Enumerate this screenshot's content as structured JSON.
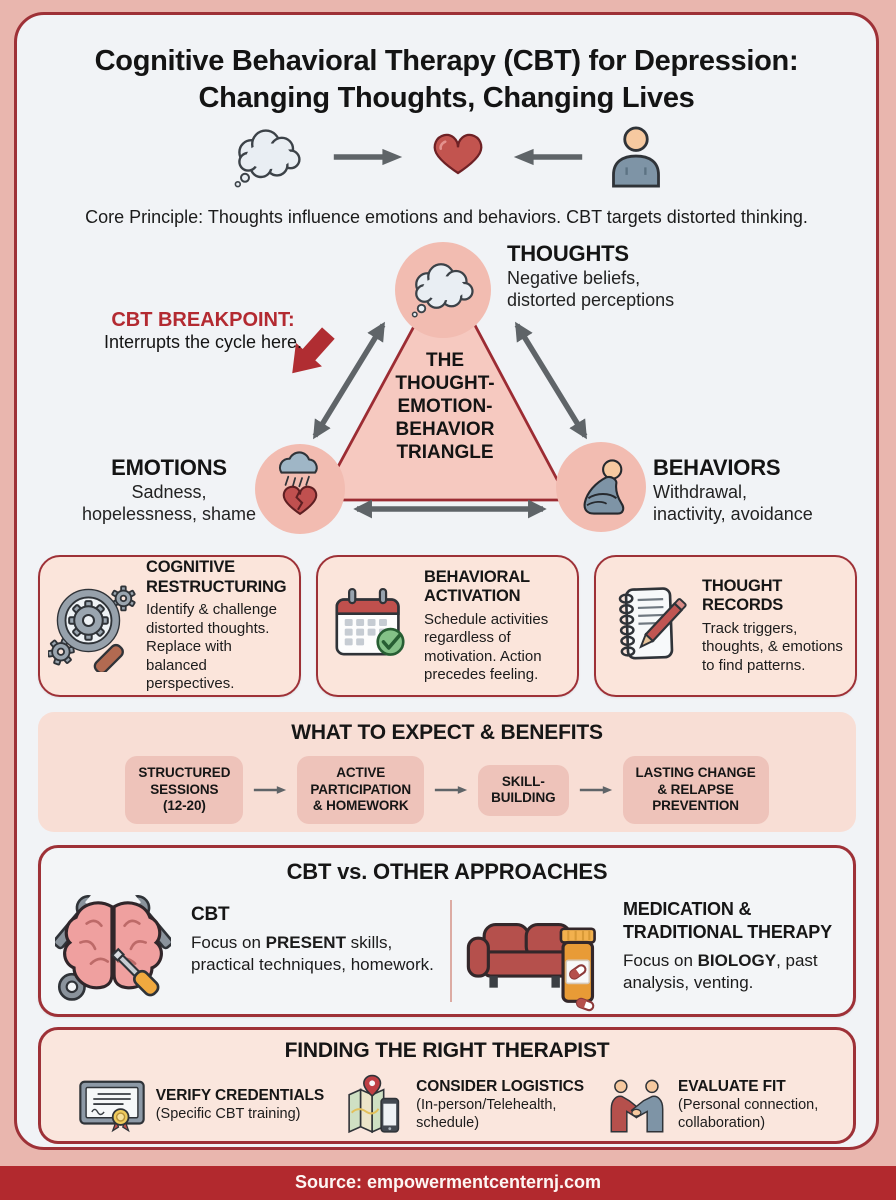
{
  "header": {
    "title_line1": "Cognitive Behavioral Therapy (CBT) for Depression:",
    "title_line2": "Changing Thoughts, Changing Lives",
    "core_principle": "Core Principle: Thoughts influence emotions and behaviors. CBT targets distorted thinking."
  },
  "triangle": {
    "center_label": "THE\nTHOUGHT-\nEMOTION-\nBEHAVIOR\nTRIANGLE",
    "breakpoint": {
      "title": "CBT BREAKPOINT:",
      "text": "Interrupts the cycle here."
    },
    "thoughts": {
      "label": "THOUGHTS",
      "desc": "Negative beliefs,\ndistorted perceptions",
      "icon": "thought-cloud"
    },
    "emotions": {
      "label": "EMOTIONS",
      "desc": "Sadness,\nhopelessness, shame",
      "icon": "storm-broken-heart"
    },
    "behaviors": {
      "label": "BEHAVIORS",
      "desc": "Withdrawal,\ninactivity, avoidance",
      "icon": "hunched-person"
    }
  },
  "techniques": [
    {
      "title": "COGNITIVE\nRESTRUCTURING",
      "body": "Identify & challenge distorted thoughts. Replace with balanced perspectives.",
      "icon": "magnifier-gears"
    },
    {
      "title": "BEHAVIORAL\nACTIVATION",
      "body": "Schedule activities regardless of motivation. Action precedes feeling.",
      "icon": "calendar-check"
    },
    {
      "title": "THOUGHT\nRECORDS",
      "body": "Track triggers, thoughts, & emotions to find patterns.",
      "icon": "notebook-pencil"
    }
  ],
  "benefits": {
    "title": "WHAT TO EXPECT & BENEFITS",
    "steps": [
      "STRUCTURED\nSESSIONS\n(12-20)",
      "ACTIVE\nPARTICIPATION\n& HOMEWORK",
      "SKILL-\nBUILDING",
      "LASTING CHANGE\n& RELAPSE\nPREVENTION"
    ]
  },
  "comparison": {
    "title": "CBT vs. OTHER APPROACHES",
    "cbt": {
      "heading": "CBT",
      "body_prefix": "Focus on ",
      "body_bold": "PRESENT",
      "body_suffix": " skills, practical techniques, homework.",
      "icon": "brain-tools"
    },
    "other": {
      "heading": "MEDICATION &\nTRADITIONAL THERAPY",
      "body_prefix": "Focus on ",
      "body_bold": "BIOLOGY",
      "body_suffix": ", past analysis, venting.",
      "icon": "couch-medication"
    }
  },
  "therapist": {
    "title": "FINDING THE RIGHT THERAPIST",
    "items": [
      {
        "title": "VERIFY CREDENTIALS",
        "subtitle": "(Specific CBT training)",
        "icon": "certificate"
      },
      {
        "title": "CONSIDER LOGISTICS",
        "subtitle": "(In-person/Telehealth,\nschedule)",
        "icon": "map-phone"
      },
      {
        "title": "EVALUATE FIT",
        "subtitle": "(Personal connection,\ncollaboration)",
        "icon": "handshake"
      }
    ]
  },
  "footer": {
    "source": "Source: empowermentcenternj.com"
  },
  "colors": {
    "outer_background": "#e9b6ae",
    "panel_background": "#f1f3f6",
    "border_dark_red": "#9e3137",
    "footer_red": "#b2292e",
    "accent_red": "#b32a31",
    "triangle_fill": "#f6c9c0",
    "node_circle": "#f2bcb1",
    "card_peach": "#fbe5db",
    "step_pink": "#eec3ba",
    "arrow_gray": "#5f6468",
    "check_green": "#83c187"
  }
}
